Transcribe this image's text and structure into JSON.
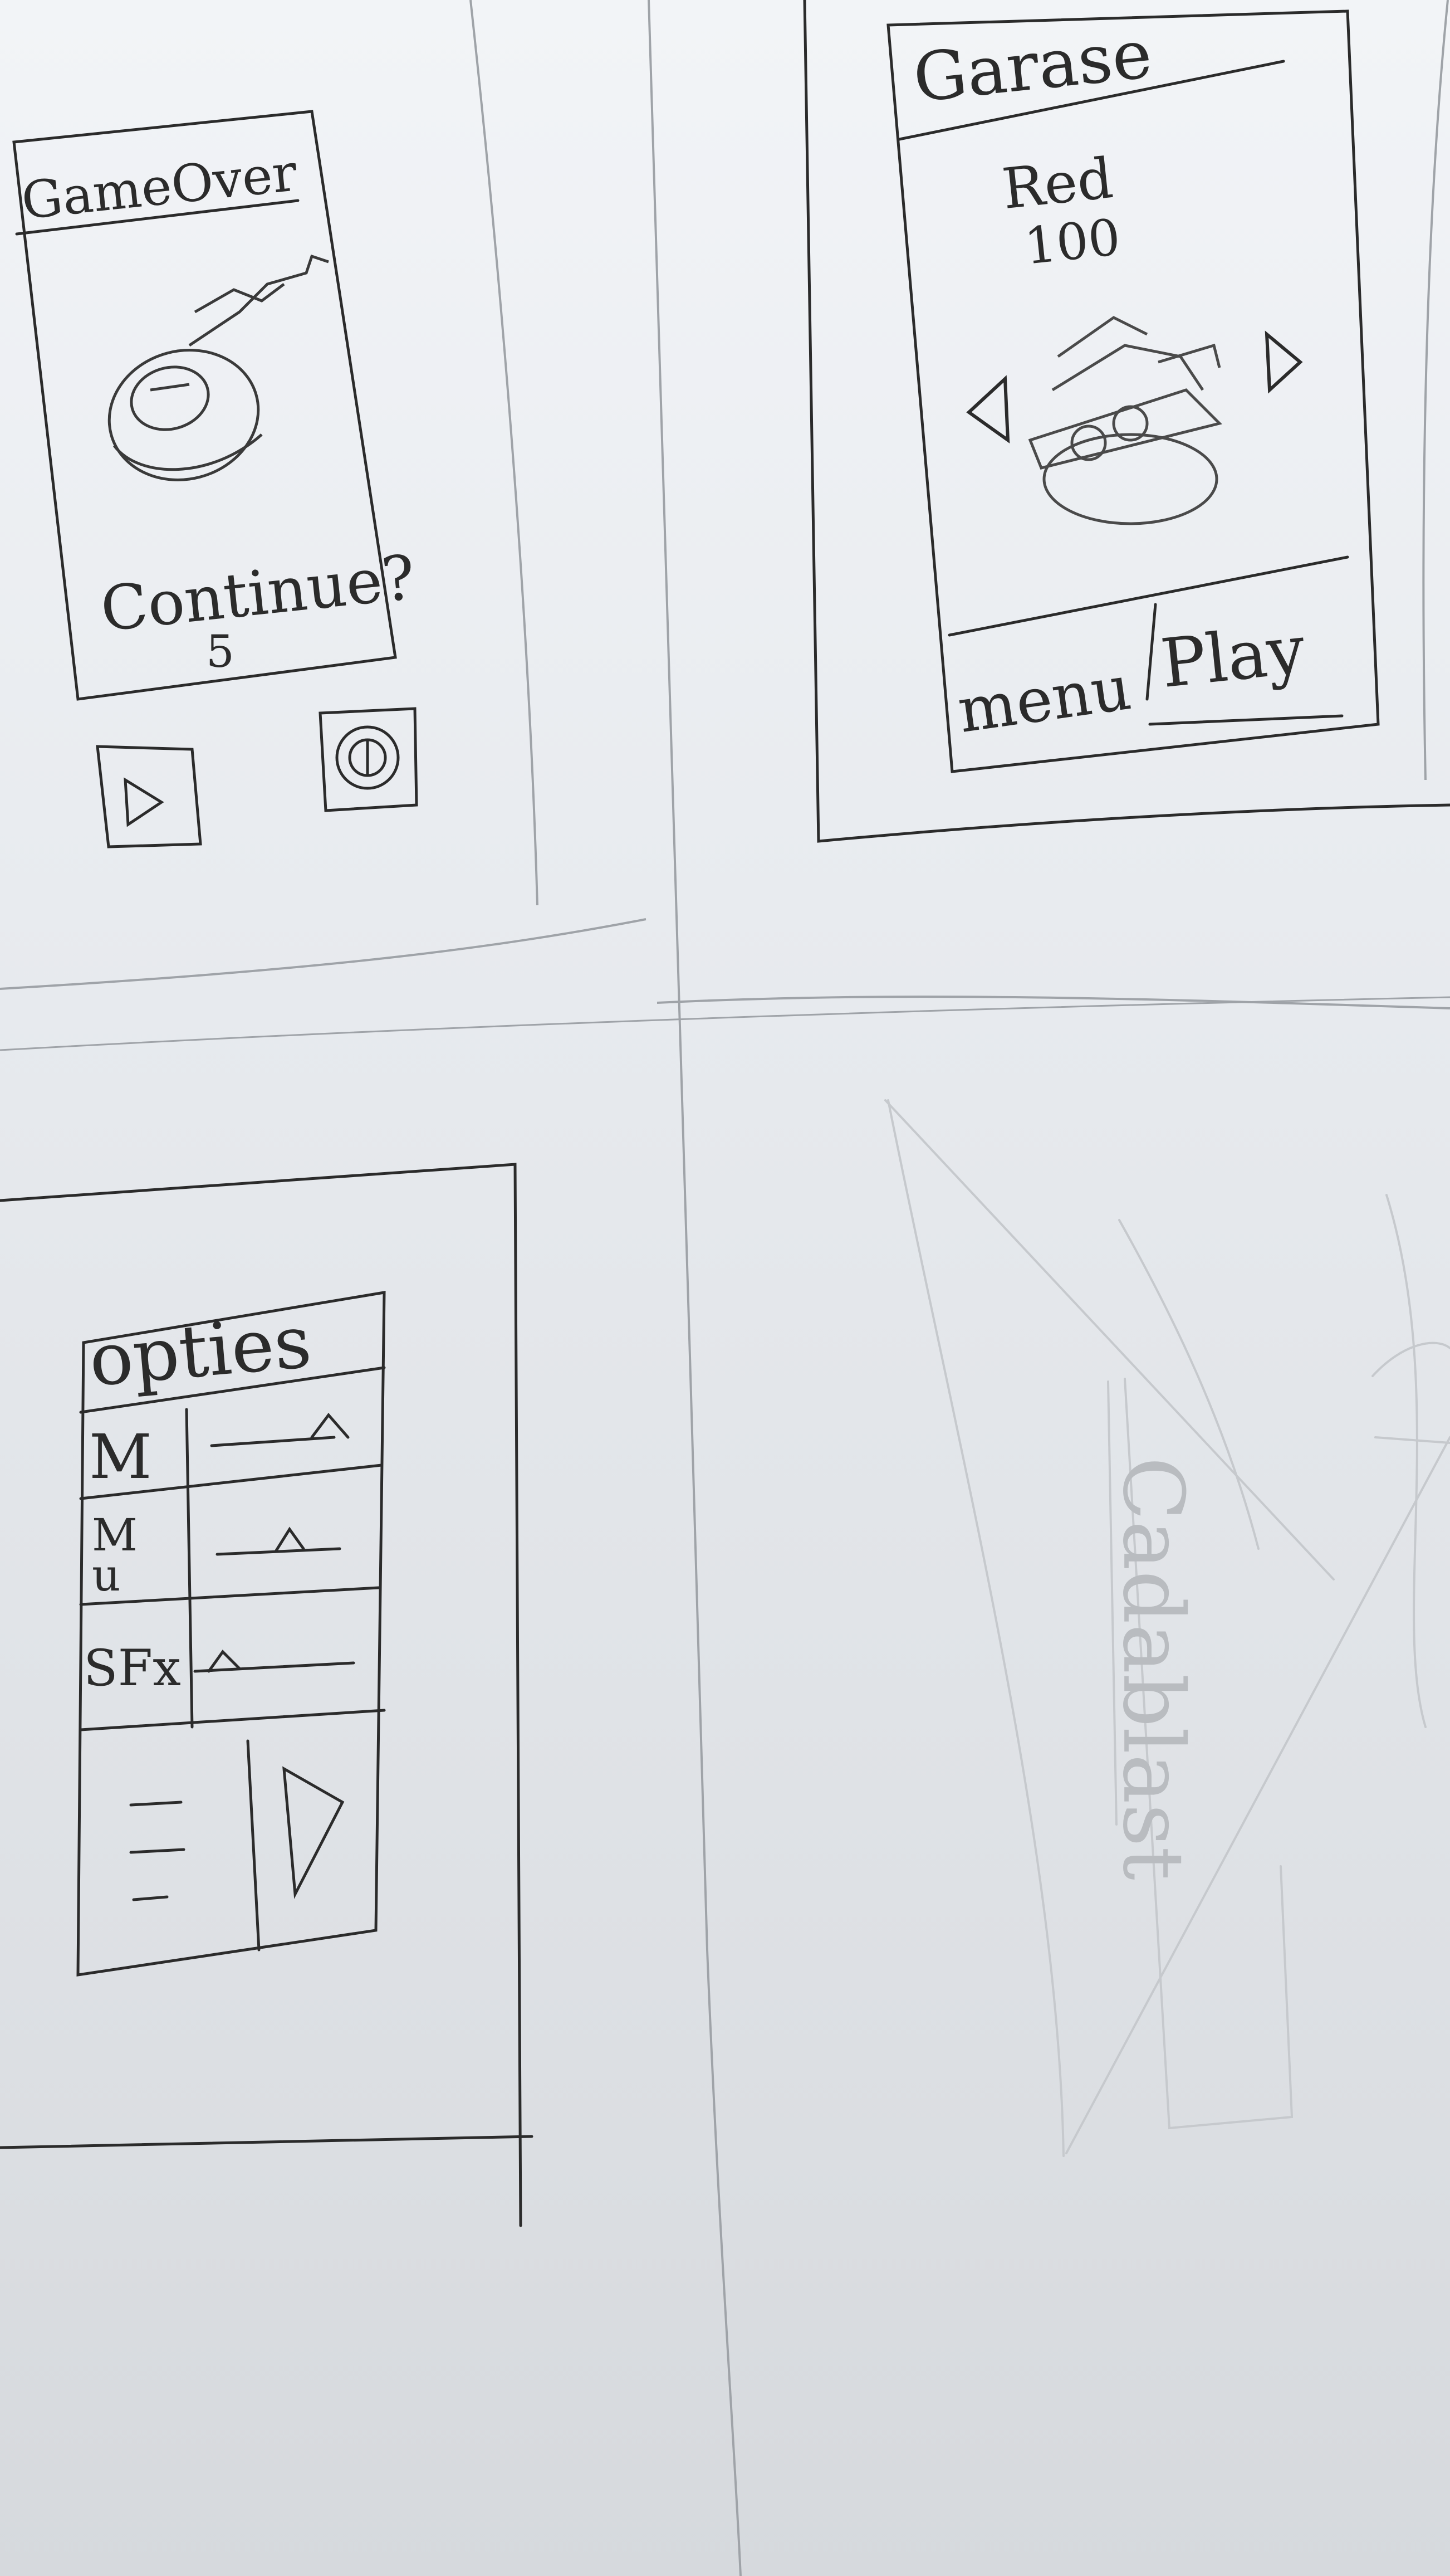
{
  "sketches": {
    "game_over": {
      "title": "GameOver",
      "prompt": "Continue?",
      "countdown": "5",
      "buttons": {
        "continue_icon": "play-triangle-icon",
        "quit_icon": "power-icon"
      }
    },
    "garage": {
      "title": "Garase",
      "vehicle_name": "Red",
      "vehicle_value": "100",
      "nav": {
        "prev_icon": "chevron-left-icon",
        "next_icon": "chevron-right-icon"
      },
      "footer": {
        "menu_label": "menu",
        "play_label": "Play"
      }
    },
    "options": {
      "title": "opties",
      "rows": [
        {
          "label": "M",
          "level": 0.85
        },
        {
          "label": "Mu",
          "level": 0.5
        },
        {
          "label": "SFx",
          "level": 0.1
        }
      ],
      "bottom": {
        "menu_icon": "hamburger-icon",
        "play_icon": "play-triangle-icon"
      }
    },
    "loading": {
      "title": "Cadablast"
    }
  },
  "colors": {
    "pencil": "#2b2b2b",
    "light_pencil": "#b9bcc0",
    "paper": "#e8ebef"
  }
}
